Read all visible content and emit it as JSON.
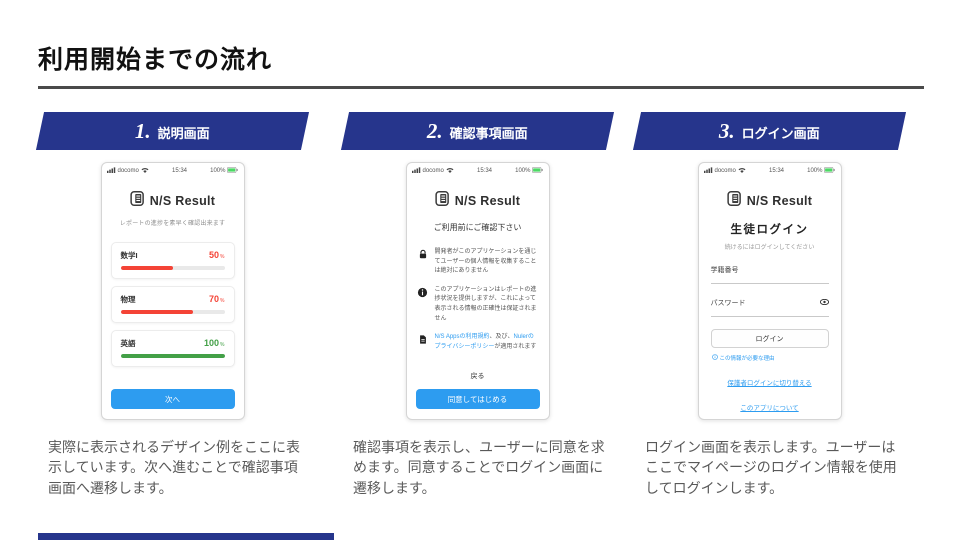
{
  "slide": {
    "title": "利用開始までの流れ"
  },
  "colors": {
    "accent_blue": "#26358C",
    "button_blue": "#2D9CF0",
    "link_blue": "#2D9CF0",
    "danger_red": "#F44336",
    "success_green": "#43A047",
    "rule_gray": "#4A4A4A"
  },
  "steps": [
    {
      "number": "1.",
      "label": "説明画面",
      "description": "実際に表示されるデザイン例をここに表示しています。次へ進むことで確認事項画面へ遷移します。"
    },
    {
      "number": "2.",
      "label": "確認事項画面",
      "description": "確認事項を表示し、ユーザーに同意を求めます。同意することでログイン画面に遷移します。"
    },
    {
      "number": "3.",
      "label": "ログイン画面",
      "description": "ログイン画面を表示します。ユーザーはここでマイページのログイン情報を使用してログインします。"
    }
  ],
  "statusbar": {
    "carrier": "docomo",
    "time": "15:34",
    "battery": "100%"
  },
  "app": {
    "name": "N/S Result"
  },
  "screen1": {
    "subtitle": "レポートの進捗を素早く確認出来ます",
    "unit": "%",
    "subjects": [
      {
        "name": "数学I",
        "percent": 50,
        "color": "#F44336"
      },
      {
        "name": "物理",
        "percent": 70,
        "color": "#F44336"
      },
      {
        "name": "英語",
        "percent": 100,
        "color": "#43A047"
      }
    ],
    "next_button": "次へ"
  },
  "screen2": {
    "heading": "ご利用前にご確認下さい",
    "notices": [
      {
        "icon": "lock-icon",
        "text": "開発者がこのアプリケーションを通じてユーザーの個人情報を収集することは絶対にありません"
      },
      {
        "icon": "info-icon",
        "text": "このアプリケーションはレポートの進捗状況を提供しますが、これによって表示される情報の正確性は保証されません"
      }
    ],
    "terms": {
      "link1": "N/S Appsの利用規約",
      "mid": "、及び、",
      "link2": "Nulerのプライバシーポリシー",
      "end": "が適用されます"
    },
    "back_label": "戻る",
    "agree_button": "同意してはじめる"
  },
  "screen3": {
    "heading": "生徒ログイン",
    "subheading": "続けるにはログインしてください",
    "student_id_label": "学籍番号",
    "password_label": "パスワード",
    "login_button": "ログイン",
    "info_link": "この情報が必要な理由",
    "switch_link": "保護者ログインに切り替える",
    "about_link": "このアプリについて"
  }
}
